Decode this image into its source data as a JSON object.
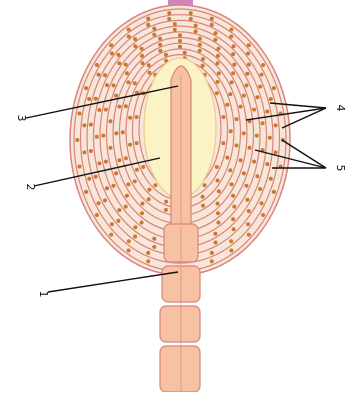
{
  "diagram": {
    "labels": {
      "l1": "1",
      "l2": "2",
      "l3": "3",
      "l4": "4",
      "l5": "5"
    },
    "colors": {
      "capsule_fill": "#f8e6d8",
      "capsule_lines": "#d9837f",
      "granules": "#c9782f",
      "inner_core": "#fbf3c6",
      "fiber_fill": "#f6c2a3",
      "fiber_edge": "#d9837f",
      "top_accent": "#c86fb0",
      "leader_lines": "#111111"
    }
  }
}
